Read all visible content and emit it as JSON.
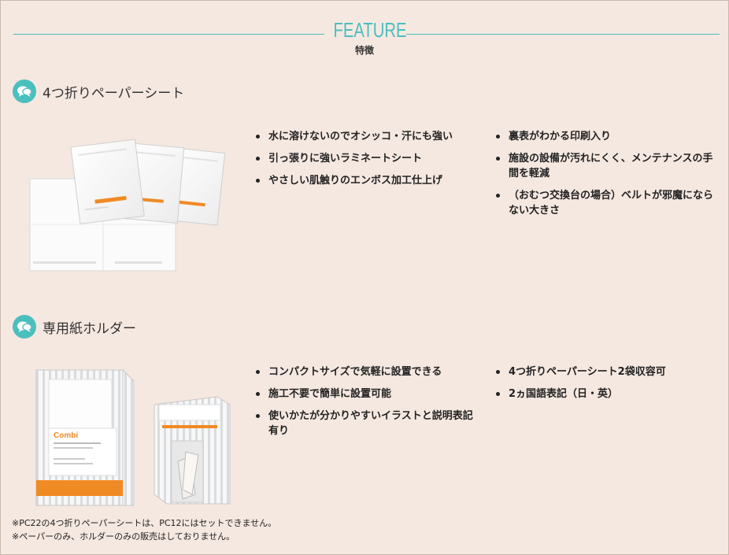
{
  "header": {
    "title": "FEATURE",
    "subtitle": "特徴"
  },
  "section1": {
    "heading": "4つ折りペーパーシート",
    "col1": [
      "水に溶けないのでオシッコ・汗にも強い",
      "引っ張りに強いラミネートシート",
      "やさしい肌触りのエンボス加工仕上げ"
    ],
    "col2_1": "裏表がわかる印刷入り",
    "col2_2a": "施設の設備が汚れにくく、メンテナンスの手",
    "col2_2b": "間を軽減",
    "col2_3a": "（おむつ交換台の場合）ベルトが邪魔になら",
    "col2_3b": "ない大きさ"
  },
  "section2": {
    "heading": "専用紙ホルダー",
    "col1_1": "コンパクトサイズで気軽に設置できる",
    "col1_2": "施工不要で簡単に設置可能",
    "col1_3a": "使いかたが分かりやすいイラストと説明表記",
    "col1_3b": "有り",
    "col2": [
      "4つ折りペーパーシート2袋収容可",
      "2ヵ国語表記（日・英）"
    ],
    "box_brand": "Combi"
  },
  "notes": [
    "※PC22の4つ折りペーパーシートは、PC12にはセットできません。",
    "※ペーパーのみ、ホルダーのみの販売はしておりません。"
  ],
  "colors": {
    "accent": "#4bbfbd",
    "background": "#f5e8e1",
    "orange": "#f08a24"
  },
  "icons": {
    "section": "speech-bubbles-icon"
  }
}
